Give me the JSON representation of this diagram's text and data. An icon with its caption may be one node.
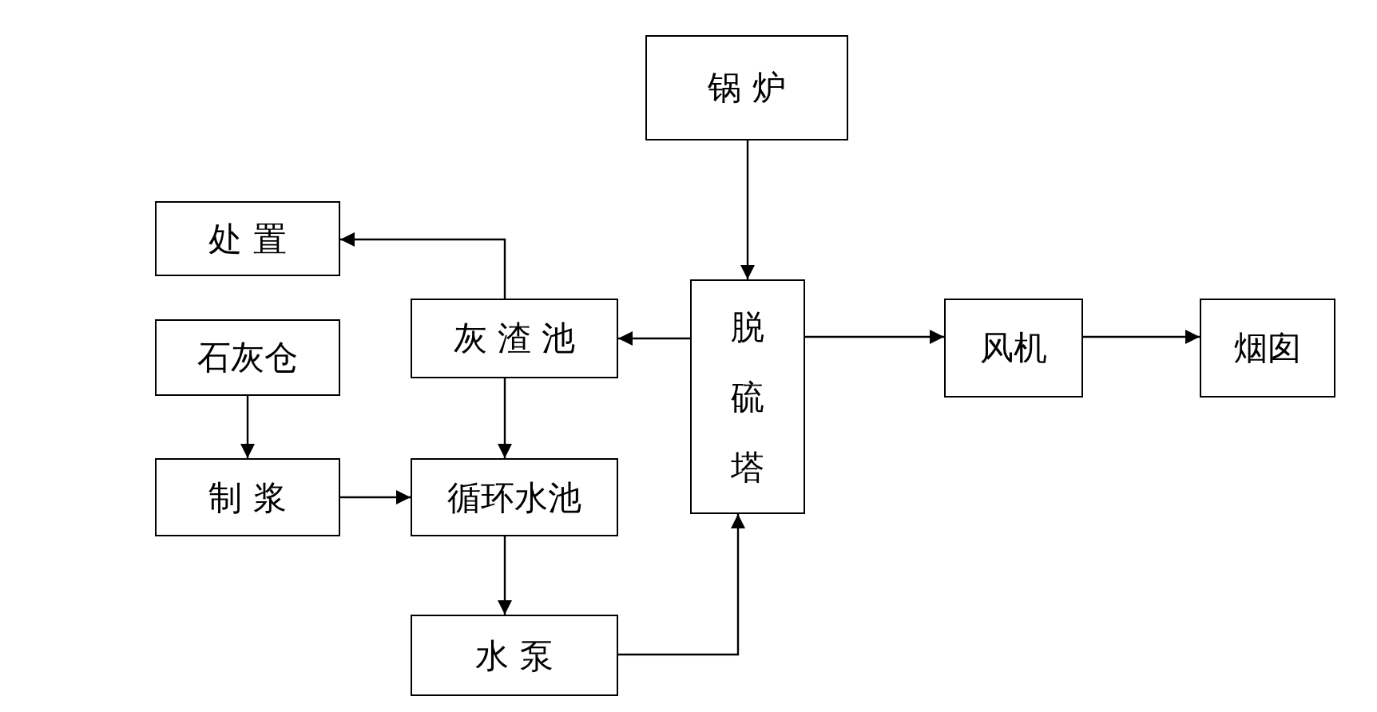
{
  "diagram": {
    "nodes": [
      {
        "text": [
          "锅 炉"
        ]
      },
      {
        "text": [
          "处 置"
        ]
      },
      {
        "text": [
          "灰 渣 池"
        ]
      },
      {
        "text": [
          "石灰仓"
        ]
      },
      {
        "text": [
          "脱硫塔"
        ]
      },
      {
        "text": [
          "风机"
        ]
      },
      {
        "text": [
          "烟囱"
        ]
      },
      {
        "text": [
          "制 浆"
        ]
      },
      {
        "text": [
          "循环水池"
        ]
      },
      {
        "text": [
          "水 泵"
        ]
      }
    ],
    "edges": [
      {
        "from": 0,
        "to": 4,
        "arrow": "to"
      },
      {
        "from": 4,
        "to": 2,
        "arrow": "to"
      },
      {
        "from": 2,
        "to": 1,
        "arrow": "to"
      },
      {
        "from": 3,
        "to": 7,
        "arrow": "to"
      },
      {
        "from": 7,
        "to": 8,
        "arrow": "to"
      },
      {
        "from": 2,
        "to": 8,
        "arrow": "to"
      },
      {
        "from": 8,
        "to": 9,
        "arrow": "to"
      },
      {
        "from": 9,
        "to": 4,
        "arrow": "to"
      },
      {
        "from": 4,
        "to": 5,
        "arrow": "to"
      },
      {
        "from": 5,
        "to": 6,
        "arrow": "to"
      }
    ]
  }
}
